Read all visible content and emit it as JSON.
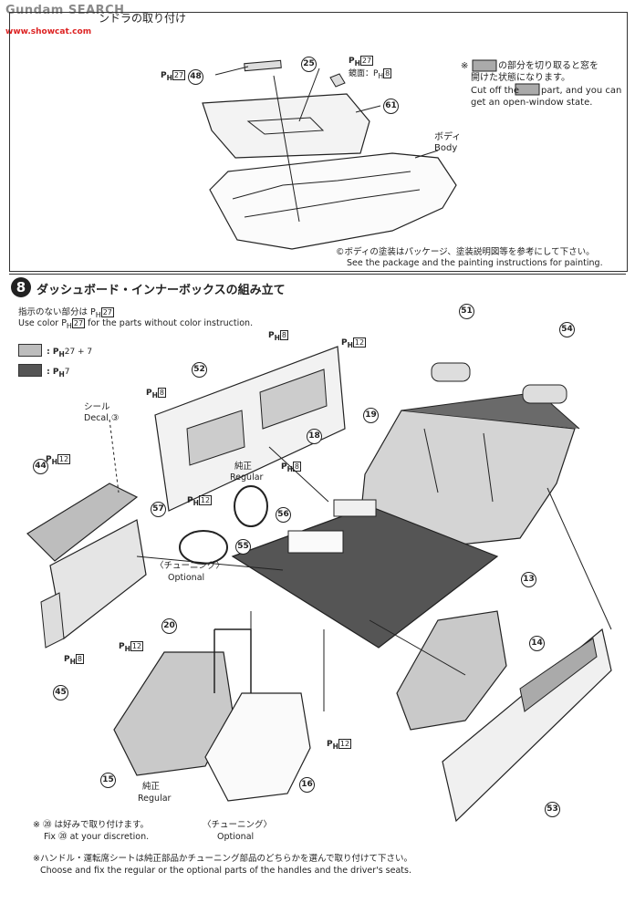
{
  "watermark": {
    "brand": "Gundam SEARCH",
    "site": "www.showcat.com"
  },
  "step7": {
    "title_fragment": "ンドラの取り付け",
    "note_jp_1": "の部分を切り取ると窓を",
    "note_jp_2": "開けた状態になります。",
    "note_en_1": "Cut off the",
    "note_en_2": "part, and you can",
    "note_en_3": "get an open-window state.",
    "body_jp": "ボディ",
    "body_en": "Body",
    "paint_jp": "©ボディの塗装はパッケージ、塗装説明図等を参考にして下さい。",
    "paint_en": "See the package and the painting instructions for painting.",
    "mirror_label": "鏡面：",
    "mirror_code": "8",
    "parts": [
      {
        "num": "48",
        "color": "27"
      },
      {
        "num": "25",
        "color": "27"
      },
      {
        "num": "61"
      }
    ],
    "asterisk": "※"
  },
  "step8": {
    "number": "8",
    "title": "ダッシュボード・インナーボックスの組み立て",
    "color_note_jp": "指示のない部分は",
    "color_note_code": "27",
    "color_note_en_1": "Use color",
    "color_note_en_2": "for the parts without color instruction.",
    "legend": [
      {
        "swatch": "#bdbdbd",
        "label": "27 + 7"
      },
      {
        "swatch": "#555555",
        "label": "7"
      }
    ],
    "seal_jp": "シール",
    "decal_en": "Decal",
    "decal_num": "③",
    "regular_jp": "純正",
    "regular_en": "Regular",
    "optional_jp": "〈チューニング〉",
    "optional_en": "Optional",
    "parts": [
      "51",
      "54",
      "52",
      "18",
      "19",
      "44",
      "57",
      "56",
      "55",
      "13",
      "20",
      "14",
      "45",
      "15",
      "16",
      "53"
    ],
    "color_codes": [
      "8",
      "12",
      "8",
      "12",
      "8",
      "12",
      "12",
      "8",
      "12"
    ]
  },
  "footer": {
    "note1_jp": "※ ⑳ は好みで取り付けます。",
    "note1_en": "Fix ⑳ at your discretion.",
    "note2_jp": "※ハンドル・運転席シートは純正部品かチューニング部品のどちらかを選んで取り付けて下さい。",
    "note2_en": "Choose and fix the regular or the optional parts of the handles and the driver's seats."
  }
}
